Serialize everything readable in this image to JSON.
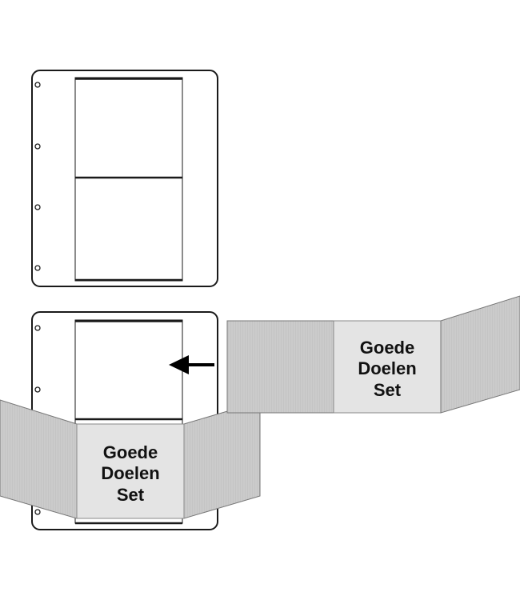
{
  "folder_front": {
    "title_line1": "Goede",
    "title_line2": "Doelen",
    "title_line3": "Set"
  },
  "folder_flat": {
    "title_line1": "Goede",
    "title_line2": "Doelen",
    "title_line3": "Set"
  },
  "colors": {
    "outline": "#1a1a1a",
    "panel_gray": "#c9c9c9",
    "panel_light": "#e6e6e6",
    "page_white": "#ffffff"
  },
  "icons": {
    "insert_arrow": "left-arrow-icon",
    "binder_hole": "ring-hole-icon"
  }
}
